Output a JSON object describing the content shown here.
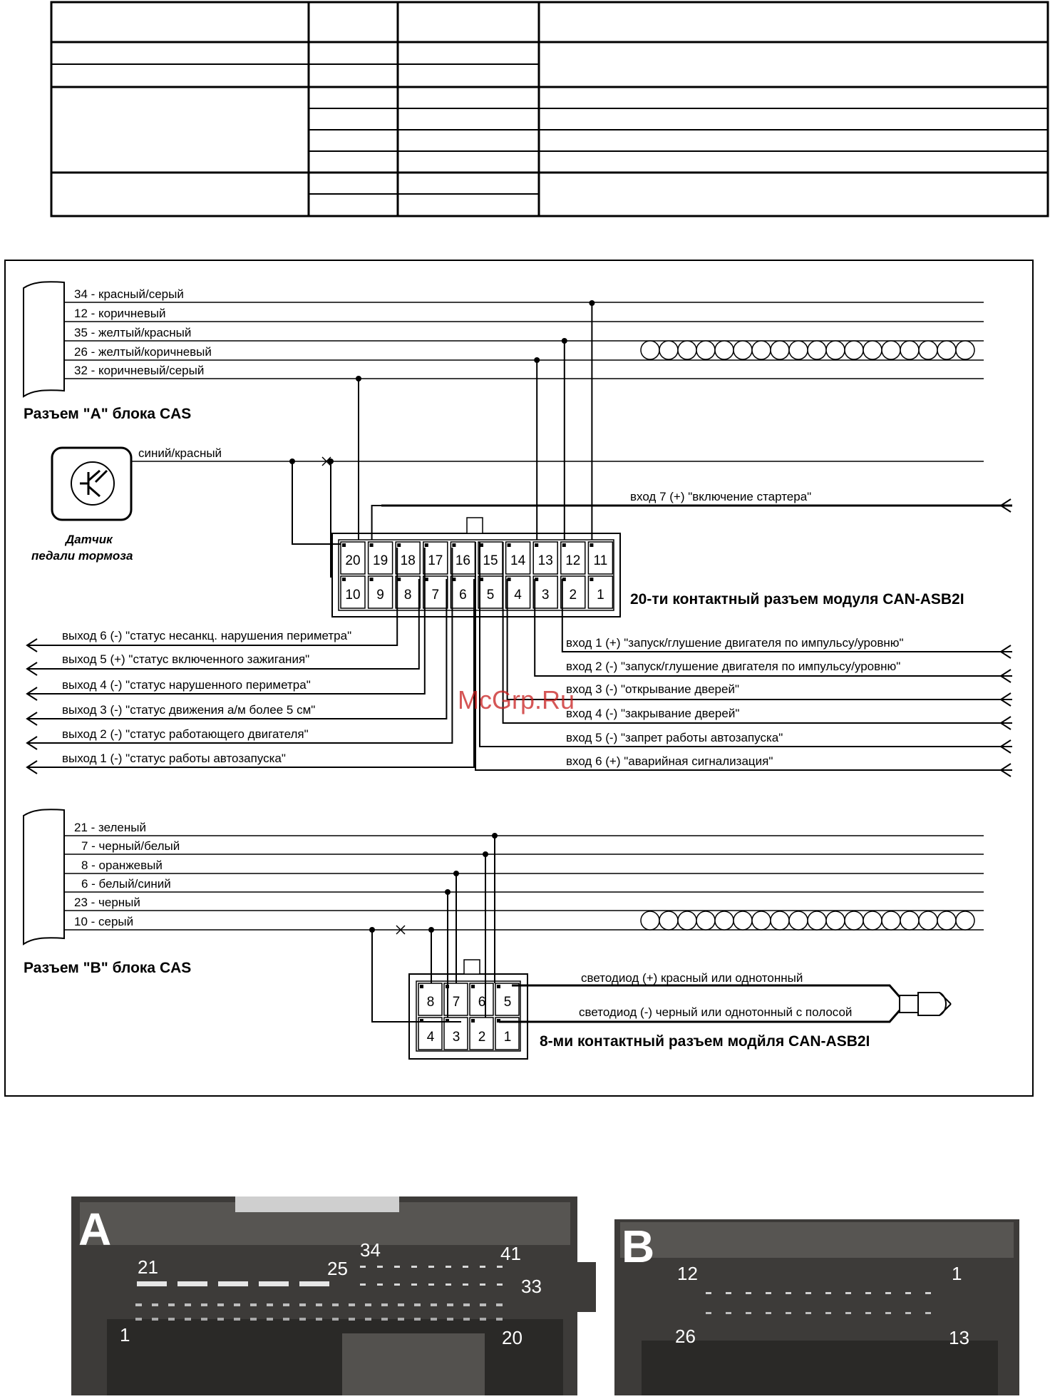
{
  "watermark": "McGrp.Ru",
  "connector_a": {
    "title": "Разъем \"А\" блока CAS",
    "wires": [
      "34 - красный/серый",
      "12 - коричневый",
      "35 - желтый/красный",
      "26 - желтый/коричневый",
      "32 - коричневый/серый"
    ]
  },
  "sensor": {
    "wire": "синий/красный",
    "label_line1": "Датчик",
    "label_line2": "педали тормоза"
  },
  "start_input": "вход 7 (+) \"включение стартера\"",
  "module20": {
    "title": "20-ти контактный разъем модуля CAN-ASB2I",
    "top_pins": [
      "20",
      "19",
      "18",
      "17",
      "16",
      "15",
      "14",
      "13",
      "12",
      "11"
    ],
    "bottom_pins": [
      "10",
      "9",
      "8",
      "7",
      "6",
      "5",
      "4",
      "3",
      "2",
      "1"
    ]
  },
  "outputs": [
    "выход 6 (-) \"статус несанкц. нарушения периметра\"",
    "выход 5 (+) \"статус включенного зажигания\"",
    "выход 4 (-) \"статус нарушенного периметра\"",
    "выход 3 (-) \"статус движения а/м более 5 см\"",
    "выход 2 (-) \"статус работающего двигателя\"",
    "выход 1 (-) \"статус работы автозапуска\""
  ],
  "inputs": [
    "вход 1 (+) \"запуск/глушение двигателя по импульсу/уровню\"",
    "вход 2 (-) \"запуск/глушение двигателя по импульсу/уровню\"",
    "вход 3 (-) \"открывание дверей\"",
    "вход 4 (-) \"закрывание дверей\"",
    "вход 5 (-) \"запрет работы автозапуска\"",
    "вход 6 (+) \"аварийная сигнализация\""
  ],
  "connector_b": {
    "title": "Разъем \"В\" блока CAS",
    "wires": [
      "21 - зеленый",
      "7 - черный/белый",
      "8 - оранжевый",
      "6 - белый/синий",
      "23 - черный",
      "10 - серый"
    ]
  },
  "module8": {
    "title": "8-ми контактный разъем модйля CAN-ASB2I",
    "top_pins": [
      "8",
      "7",
      "6",
      "5"
    ],
    "bottom_pins": [
      "4",
      "3",
      "2",
      "1"
    ]
  },
  "led": {
    "plus": "светодиод (+) красный или однотонный",
    "minus": "светодиод (-) черный или однотонный с полосой"
  },
  "photo_a": {
    "letter": "A",
    "labels": [
      "21",
      "25",
      "34",
      "41",
      "33",
      "1",
      "20"
    ]
  },
  "photo_b": {
    "letter": "B",
    "labels": [
      "12",
      "1",
      "26",
      "13"
    ]
  }
}
